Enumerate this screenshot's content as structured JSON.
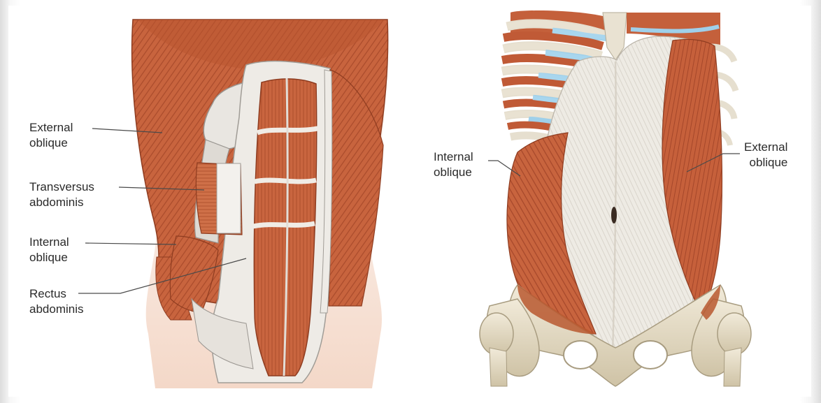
{
  "left_figure": {
    "labels": [
      {
        "id": "external-oblique",
        "line1": "External",
        "line2": "oblique"
      },
      {
        "id": "transversus-abdominis",
        "line1": "Transversus",
        "line2": "abdominis"
      },
      {
        "id": "internal-oblique",
        "line1": "Internal",
        "line2": "oblique"
      },
      {
        "id": "rectus-abdominis",
        "line1": "Rectus",
        "line2": "abdominis"
      }
    ]
  },
  "right_figure": {
    "labels": [
      {
        "id": "internal-oblique",
        "line1": "Internal",
        "line2": "oblique"
      },
      {
        "id": "external-oblique",
        "line1": "External",
        "line2": "oblique"
      }
    ]
  },
  "colors": {
    "muscle": "#c8643e",
    "muscle_light": "#dd8a60",
    "muscle_dark": "#9c4426",
    "fascia": "#e9e6e1",
    "fascia_shade": "#c9c6c1",
    "cartilage": "#9fd0ea",
    "bone": "#e8e0cc",
    "skin": "#f6ddd0"
  }
}
